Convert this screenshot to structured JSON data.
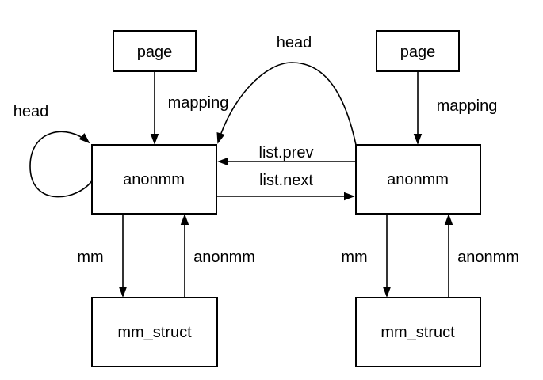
{
  "diagram": {
    "background_color": "#ffffff",
    "line_color": "#000000",
    "text_color": "#000000",
    "nodes": [
      {
        "id": "page-left",
        "label": "page"
      },
      {
        "id": "page-right",
        "label": "page"
      },
      {
        "id": "anonmm-left",
        "label": "anonmm"
      },
      {
        "id": "anonmm-right",
        "label": "anonmm"
      },
      {
        "id": "mm-struct-left",
        "label": "mm_struct"
      },
      {
        "id": "mm-struct-right",
        "label": "mm_struct"
      }
    ],
    "edges": [
      {
        "id": "mapping-left",
        "label": "mapping",
        "from": "page-left",
        "to": "anonmm-left"
      },
      {
        "id": "mapping-right",
        "label": "mapping",
        "from": "page-right",
        "to": "anonmm-right"
      },
      {
        "id": "head-cross",
        "label": "head",
        "from": "anonmm-right",
        "to": "anonmm-left"
      },
      {
        "id": "head-self-loop",
        "label": "head",
        "from": "anonmm-left",
        "to": "anonmm-left"
      },
      {
        "id": "list-prev",
        "label": "list.prev",
        "from": "anonmm-right",
        "to": "anonmm-left"
      },
      {
        "id": "list-next",
        "label": "list.next",
        "from": "anonmm-left",
        "to": "anonmm-right"
      },
      {
        "id": "mm-left",
        "label": "mm",
        "from": "anonmm-left",
        "to": "mm-struct-left"
      },
      {
        "id": "anonmm-up-left",
        "label": "anonmm",
        "from": "mm-struct-left",
        "to": "anonmm-left"
      },
      {
        "id": "mm-right",
        "label": "mm",
        "from": "anonmm-right",
        "to": "mm-struct-right"
      },
      {
        "id": "anonmm-up-right",
        "label": "anonmm",
        "from": "mm-struct-right",
        "to": "anonmm-right"
      }
    ]
  }
}
